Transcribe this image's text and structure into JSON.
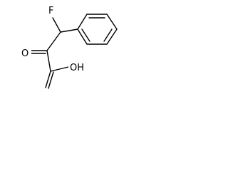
{
  "molecule": {
    "atoms": {
      "fluorine": "F",
      "carbonyl_oxygen": "O",
      "hydroxyl": "OH"
    },
    "colors": {
      "bond": "#000000",
      "label": "#000000",
      "background": "#ffffff"
    }
  }
}
